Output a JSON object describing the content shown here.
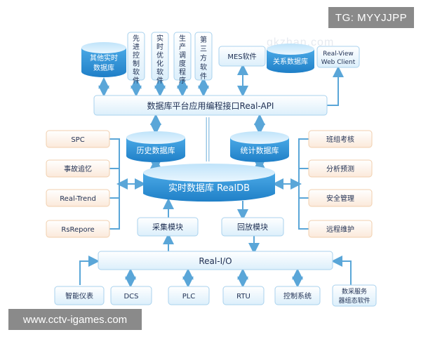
{
  "overlay": {
    "tg_label": "TG: MYYJJPP",
    "url_label": "www.cctv-igames.com",
    "watermark": "gkzhan.com"
  },
  "top": {
    "db_other": [
      "其他实时",
      "数据库"
    ],
    "columns": [
      [
        "先",
        "进",
        "控",
        "制",
        "软",
        "件"
      ],
      [
        "实",
        "时",
        "优",
        "化",
        "软",
        "件"
      ],
      [
        "生",
        "产",
        "调",
        "度",
        "程",
        "序"
      ],
      [
        "第",
        "三",
        "方",
        "软",
        "件"
      ]
    ],
    "mes": "MES软件",
    "db_relational": "关系数据库",
    "webclient": [
      "Real-View",
      "Web Client"
    ]
  },
  "api_bar": "数据库平台应用编程接口Real-API",
  "middle": {
    "hist_db": "历史数据库",
    "stat_db": "统计数据库",
    "rtdb": "实时数据库 RealDB",
    "collect": "采集模块",
    "playback": "回放模块"
  },
  "left_items": [
    "SPC",
    "事故追忆",
    "Real-Trend",
    "RsRepore"
  ],
  "right_items": [
    "班组考核",
    "分析预测",
    "安全管理",
    "远程维护"
  ],
  "io_bar": "Real-I/O",
  "bottom_items": [
    "智能仪表",
    "DCS",
    "PLC",
    "RTU",
    "控制系统"
  ],
  "bottom_last": [
    "数采服务",
    "器组态软件"
  ],
  "colors": {
    "db_blue": "#2f93d9",
    "pale_blue": "#eaf5fd",
    "pale_orange": "#fdf3ea",
    "arrow": "#5aa6d8",
    "text": "#1f2f52"
  }
}
